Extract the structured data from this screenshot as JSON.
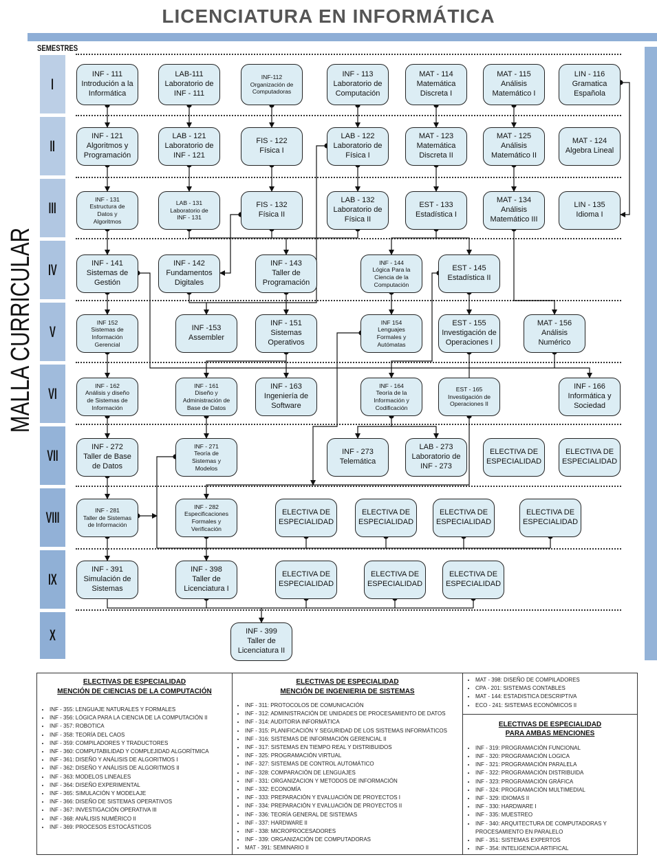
{
  "title": "LICENCIATURA EN INFORMÁTICA",
  "side_title": "MALLA CURRICULAR",
  "semesters_label": "SEMESTRES",
  "semesters": [
    "I",
    "II",
    "III",
    "IV",
    "V",
    "VI",
    "VII",
    "VIII",
    "IX",
    "X"
  ],
  "colors": {
    "box_fill": "#dcedf4",
    "bar": "#8eaed6",
    "semester_light": "#b9cde5",
    "semester_dark": "#8eb0d6"
  },
  "rows": [
    {
      "courses": [
        {
          "lines": [
            "INF - 111",
            "Introdución a la",
            "Informática"
          ]
        },
        {
          "lines": [
            "LAB-111",
            "Laboratorio de",
            "INF - 111"
          ]
        },
        {
          "lines": [
            "INF-112",
            "Organización de",
            "Computadoras"
          ]
        },
        {
          "lines": [
            "INF - 113",
            "Laboratorio de",
            "Computación"
          ]
        },
        {
          "lines": [
            "MAT - 114",
            "Matemática",
            "Discreta I"
          ]
        },
        {
          "lines": [
            "MAT - 115",
            "Análisis",
            "Matemático I"
          ]
        },
        {
          "lines": [
            "LIN - 116",
            "Gramatica",
            "Española"
          ]
        }
      ]
    },
    {
      "courses": [
        {
          "lines": [
            "INF - 121",
            "Algoritmos y",
            "Programación"
          ]
        },
        {
          "lines": [
            "LAB - 121",
            "Laboratorio de",
            "INF - 121"
          ]
        },
        {
          "lines": [
            "FIS - 122",
            "Física I"
          ]
        },
        {
          "lines": [
            "LAB - 122",
            "Laboratorio de",
            "Física I"
          ]
        },
        {
          "lines": [
            "MAT - 123",
            "Matemática",
            "Discreta II"
          ]
        },
        {
          "lines": [
            "MAT - 125",
            "Análisis",
            "Matemático II"
          ]
        },
        {
          "lines": [
            "MAT - 124",
            "Algebra Lineal"
          ]
        }
      ]
    },
    {
      "courses": [
        {
          "lines": [
            "INF - 131",
            "Estructura de",
            "Datos y",
            "Algoritmos"
          ]
        },
        {
          "lines": [
            "LAB - 131",
            "Laboratorio de",
            "INF - 131"
          ]
        },
        {
          "lines": [
            "FIS - 132",
            "Física II"
          ]
        },
        {
          "lines": [
            "LAB - 132",
            "Laboratorio de",
            "Física II"
          ]
        },
        {
          "lines": [
            "EST - 133",
            "Estadística I"
          ]
        },
        {
          "lines": [
            "MAT - 134",
            "Análisis",
            "Matemático III"
          ]
        },
        {
          "lines": [
            "LIN - 135",
            "Idioma I"
          ]
        }
      ]
    },
    {
      "courses": [
        {
          "lines": [
            "INF - 141",
            "Sistemas de",
            "Gestión"
          ]
        },
        {
          "lines": [
            "INF - 142",
            "Fundamentos",
            "Digitales"
          ]
        },
        {
          "lines": [
            "INF - 143",
            "Taller de",
            "Programación"
          ]
        },
        {
          "lines": [
            "INF - 144",
            "Lógica Para la",
            "Ciencia de la",
            "Computación"
          ]
        },
        {
          "lines": [
            "EST - 145",
            "Estadística II"
          ]
        }
      ]
    },
    {
      "courses": [
        {
          "lines": [
            "INF 152",
            "Sistemas de",
            "Información",
            "Gerencial"
          ]
        },
        {
          "lines": [
            "INF -153",
            "Assembler"
          ]
        },
        {
          "lines": [
            "INF - 151",
            "Sistemas",
            "Operativos"
          ]
        },
        {
          "lines": [
            "INF 154",
            "Lenguajes",
            "Formales y",
            "Autómatas"
          ]
        },
        {
          "lines": [
            "EST - 155",
            "Investigación de",
            "Operaciones I"
          ]
        },
        {
          "lines": [
            "MAT - 156",
            "Análisis",
            "Numérico"
          ]
        }
      ]
    },
    {
      "courses": [
        {
          "lines": [
            "INF - 162",
            "Análisis y diseño",
            "de Sistemas de",
            "Información"
          ]
        },
        {
          "lines": [
            "INF - 161",
            "Diseño y",
            "Administración de",
            "Base de Datos"
          ]
        },
        {
          "lines": [
            "INF - 163",
            "Ingeniería de",
            "Software"
          ]
        },
        {
          "lines": [
            "INF - 164",
            "Teoría de la",
            "Información y",
            "Codificación"
          ]
        },
        {
          "lines": [
            "EST - 165",
            "Investigación de",
            "Operaciones II"
          ]
        },
        {
          "lines": [
            "INF - 166",
            "Informática y",
            "Sociedad"
          ]
        }
      ]
    },
    {
      "courses": [
        {
          "lines": [
            "INF - 272",
            "Taller de Base",
            "de Datos"
          ]
        },
        {
          "lines": [
            "INF - 271",
            "Teoría de",
            "Sistemas y",
            "Modelos"
          ]
        },
        {
          "lines": [
            "INF - 273",
            "Telemática"
          ]
        },
        {
          "lines": [
            "LAB - 273",
            "Laboratorio de",
            "INF - 273"
          ]
        },
        {
          "lines": [
            "ELECTIVA DE",
            "ESPECIALIDAD"
          ]
        },
        {
          "lines": [
            "ELECTIVA DE",
            "ESPECIALIDAD"
          ]
        }
      ]
    },
    {
      "courses": [
        {
          "lines": [
            "INF - 281",
            "Taller de Sistemas",
            "de Información"
          ]
        },
        {
          "lines": [
            "INF - 282",
            "Especificaciones",
            "Formales y",
            "Verificación"
          ]
        },
        {
          "lines": [
            "ELECTIVA DE",
            "ESPECIALIDAD"
          ]
        },
        {
          "lines": [
            "ELECTIVA DE",
            "ESPECIALIDAD"
          ]
        },
        {
          "lines": [
            "ELECTIVA DE",
            "ESPECIALIDAD"
          ]
        },
        {
          "lines": [
            "ELECTIVA DE",
            "ESPECIALIDAD"
          ]
        }
      ]
    },
    {
      "courses": [
        {
          "lines": [
            "INF - 391",
            "Simulación de",
            "Sistemas"
          ]
        },
        {
          "lines": [
            "INF - 398",
            "Taller de",
            "Licenciatura I"
          ]
        },
        {
          "lines": [
            "ELECTIVA DE",
            "ESPECIALIDAD"
          ]
        },
        {
          "lines": [
            "ELECTIVA DE",
            "ESPECIALIDAD"
          ]
        },
        {
          "lines": [
            "ELECTIVA DE",
            "ESPECIALIDAD"
          ]
        }
      ]
    },
    {
      "courses": [
        {
          "lines": [
            "INF - 399",
            "Taller de",
            "Licenciatura II"
          ]
        }
      ]
    }
  ],
  "legend": {
    "ciencias": {
      "heading": [
        "ELECTIVAS DE ESPECIALIDAD",
        "MENCIÓN DE CIENCIAS DE LA COMPUTACIÓN"
      ],
      "items": [
        "INF - 355: LENGUAJE NATURALES Y FORMALES",
        "INF - 356: LÓGICA PARA LA CIENCIA DE LA COMPUTACIÓN II",
        "INF - 357: ROBOTICA",
        "INF - 358: TEORÍA DEL CAOS",
        "INF - 359: COMPILADORES Y TRADUCTORES",
        "INF - 360: COMPUTABILIDAD Y COMPLEJIDAD ALGORÍTMICA",
        "INF - 361: DISEÑO Y ANÁLISIS DE ALGORITMOS I",
        "INF - 362: DISEÑO Y ANÁLISIS DE ALGORITMOS II",
        "INF - 363: MODELOS LINEALES",
        "INF - 364: DISEÑO EXPERIMENTAL",
        "INF - 365: SIMULACIÓN Y MODELAJE",
        "INF - 366: DISEÑO DE SISTEMAS OPERATIVOS",
        "INF - 367: INVESTIGACIÓN OPERATIVA III",
        "INF - 368: ANÁLISIS NUMÉRICO II",
        "INF - 369: PROCESOS ESTOCÁSTICOS"
      ]
    },
    "sistemas": {
      "heading": [
        "ELECTIVAS DE ESPECIALIDAD",
        "MENCIÓN DE INGENIERIA DE SISTEMAS"
      ],
      "items": [
        "INF - 311: PROTOCOLOS DE COMUNICACIÓN",
        "INF - 312: ADMINISTRACIÓN DE UNIDADES DE PROCESAMIENTO DE DATOS",
        "INF - 314: AUDITORIA INFORMÁTICA",
        "INF - 315: PLANIFICACIÓN Y SEGURIDAD DE LOS SISTEMAS INFORMÁTICOS",
        "INF - 316: SISTEMAS DE INFORMACIÓN GERENCIAL II",
        "INF - 317: SISTEMAS EN TIEMPO REAL Y DISTRIBUIDOS",
        "INF - 325: PROGRAMACIÓN VIRTUAL",
        "INF - 327: SISTEMAS DE CONTROL AUTOMÁTICO",
        "INF - 328: COMPARACIÓN DE LENGUAJES",
        "INF - 331: ORGANIZACION Y METODOS DE INFORMACIÓN",
        "INF - 332: ECONOMÍA",
        "INF - 333: PREPARACIÓN Y EVALUACIÓN DE PROYECTOS I",
        "INF - 334: PREPARACIÓN Y EVALUACIÓN DE PROYECTOS II",
        "INF - 336: TEORÍA GENERAL DE SISTEMAS",
        "INF - 337: HARDWARE II",
        "INF - 338: MICROPROCESADORES",
        "INF - 339: ORGANIZACIÓN DE COMPUTADORAS",
        "MAT - 391: SEMINARIO II"
      ],
      "continued": [
        "MAT - 398: DISEÑO DE COMPILADORES",
        "CPA - 201: SISTEMAS CONTABLES",
        "MAT - 144: ESTADISTICA DESCRIPTIVA",
        "ECO - 241: SISTEMAS ECONÓMICOS II"
      ]
    },
    "ambas": {
      "heading": [
        "ELECTIVAS DE ESPECIALIDAD",
        "PARA AMBAS MENCIONES"
      ],
      "items": [
        "INF - 319: PROGRAMACIÓN FUNCIONAL",
        "INF - 320: PROGRAMACIÓN LOGICA",
        "INF - 321: PROGRAMACIÓN PARALELA",
        "INF - 322: PROGRAMACIÓN DISTRIBUIDA",
        "INF - 323: PROGRAMACIÓN GRÁFICA",
        "INF - 324: PROGRAMACIÓN MULTIMEDIAL",
        "INF - 329: IDIOMAS II",
        "INF - 330: HARDWARE I",
        "INF - 335: MUESTREO",
        "INF - 340: ARQUITECTURA DE COMPUTADORAS Y PROCESAMIENTO EN PARALELO",
        "INF - 351: SISTEMAS EXPERTOS",
        "INF - 354: INTELIGENCIA ARTIFICAL"
      ]
    }
  }
}
